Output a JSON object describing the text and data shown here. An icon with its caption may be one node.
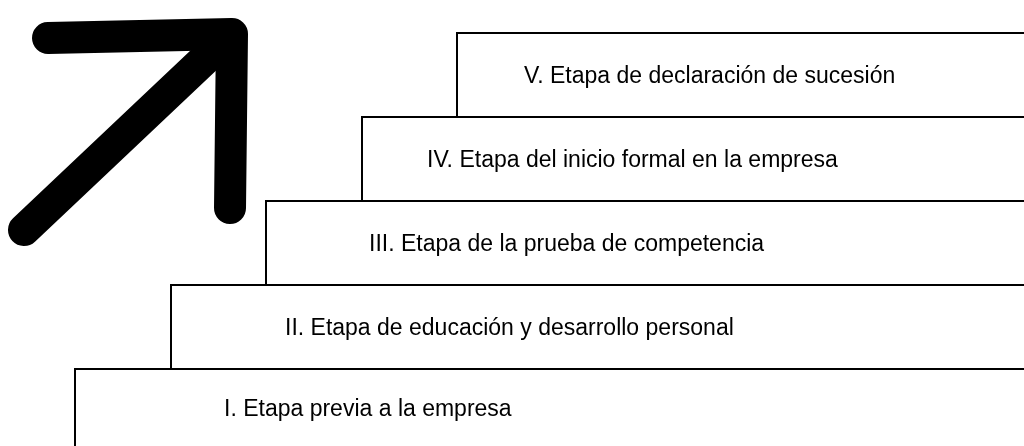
{
  "diagram": {
    "nodes": [
      {
        "text": [
          "V. Etapa de declaración de sucesión"
        ]
      },
      {
        "text": [
          "IV. Etapa del inicio formal en la empresa"
        ]
      },
      {
        "text": [
          "III. Etapa de la prueba de competencia"
        ]
      },
      {
        "text": [
          "II. Etapa de educación y desarrollo personal"
        ]
      },
      {
        "text": [
          "I. Etapa previa a la empresa"
        ]
      }
    ],
    "edges": []
  }
}
